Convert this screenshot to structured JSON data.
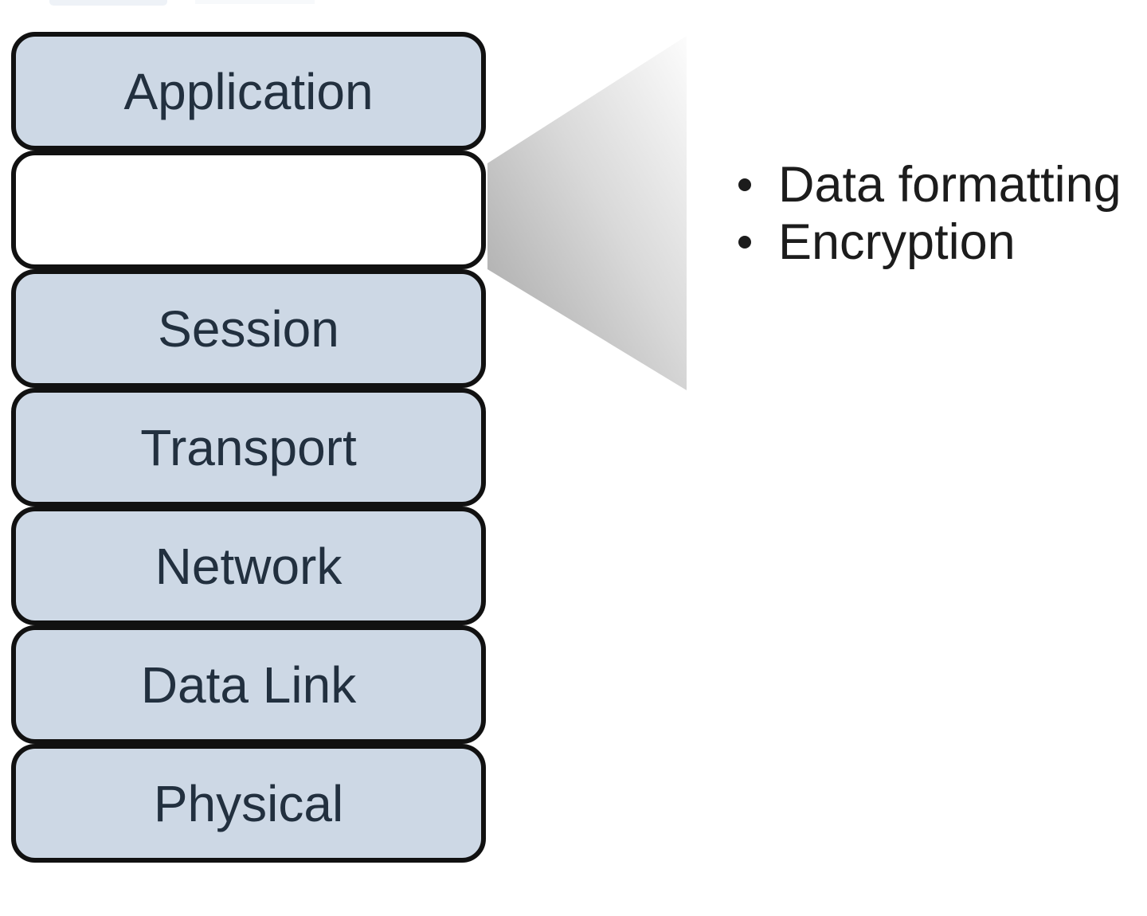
{
  "diagram": {
    "title_hint": "OSI model layer stack with hidden layer callout",
    "layers": [
      {
        "label": "Application",
        "variant": "filled"
      },
      {
        "label": "",
        "variant": "blank"
      },
      {
        "label": "Session",
        "variant": "filled"
      },
      {
        "label": "Transport",
        "variant": "filled"
      },
      {
        "label": "Network",
        "variant": "filled"
      },
      {
        "label": "Data Link",
        "variant": "filled"
      },
      {
        "label": "Physical",
        "variant": "filled"
      }
    ],
    "callout": {
      "bullets": [
        "Data formatting",
        "Encryption"
      ]
    },
    "colors": {
      "bg": "#ffffff",
      "layer_fill": "#cdd8e5",
      "blank_layer_fill": "#ffffff",
      "layer_border": "#111111",
      "layer_text": "#22303f",
      "bullet_text": "#1c1c1c",
      "cone_dark": "#a4a4a4",
      "cone_mid": "#d9d9d9",
      "cone_light": "#fcfcfc"
    }
  }
}
